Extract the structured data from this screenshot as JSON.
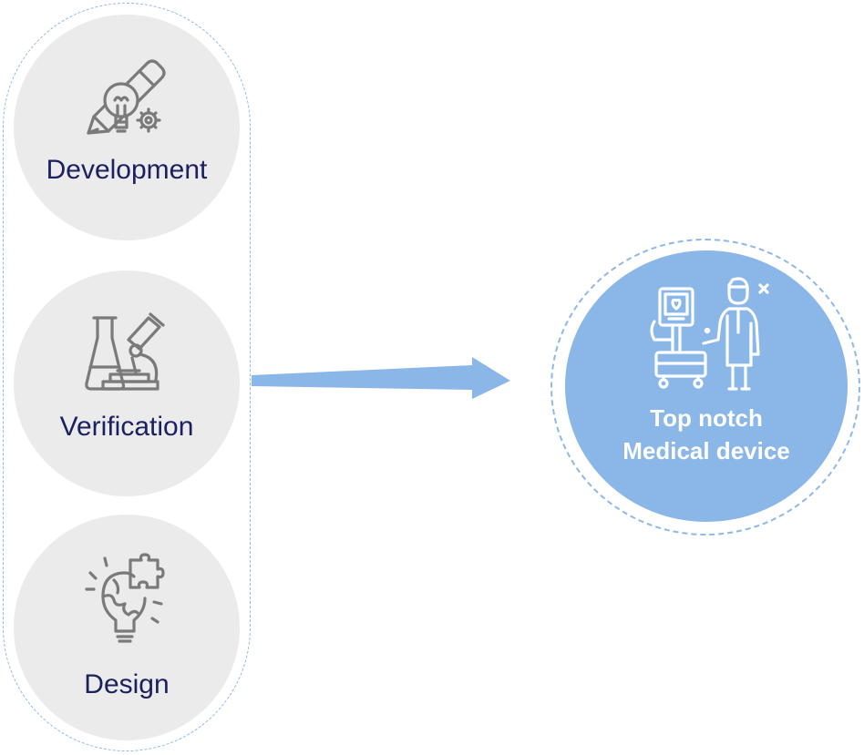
{
  "stages": [
    {
      "label": "Development",
      "icon": "pencil-lightbulb-gear-icon"
    },
    {
      "label": "Verification",
      "icon": "microscope-flask-icon"
    },
    {
      "label": "Design",
      "icon": "puzzle-lightbulb-icon"
    }
  ],
  "result": {
    "line1": "Top notch",
    "line2": "Medical device",
    "icon": "doctor-medical-cart-icon"
  },
  "colors": {
    "stage_fill": "#ebebeb",
    "label_text": "#1b2160",
    "accent_blue": "#8ab6e8",
    "dashed_border": "#8db8e8",
    "icon_stroke": "#7a7a7a"
  }
}
